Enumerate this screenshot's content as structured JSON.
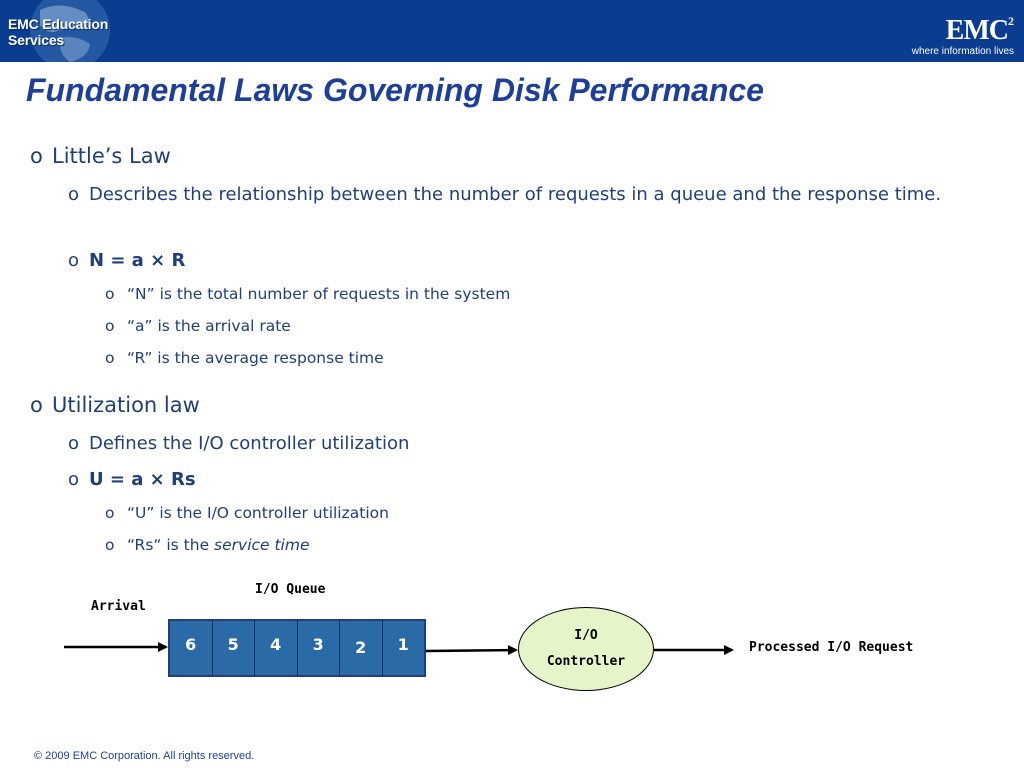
{
  "header": {
    "edu_logo_text": "EMC Education Services",
    "emc_mark": "EMC",
    "emc_superscript": "2",
    "emc_tagline": "where information lives"
  },
  "title": "Fundamental Laws Governing Disk Performance",
  "bullet_marker": "o",
  "littles_law": {
    "heading": "Little’s Law",
    "description": "Describes the relationship between the number of requests in a queue and the response time.",
    "formula": "N = a × R",
    "defs": [
      "“N” is the total number of requests in the system",
      "“a” is the arrival rate",
      "“R” is the average response time"
    ]
  },
  "utilization_law": {
    "heading": "Utilization law",
    "description": "Defines the I/O controller utilization",
    "formula": "U = a × Rs",
    "defs": [
      "“U” is the I/O controller utilization"
    ],
    "rs_def_prefix": "“Rs“ is the ",
    "rs_def_emph": "service time"
  },
  "diagram": {
    "queue_label": "I/O Queue",
    "arrival_label": "Arrival",
    "queue_cells": [
      "6",
      "5",
      "4",
      "3",
      "2",
      "1"
    ],
    "controller_line1": "I/O",
    "controller_line2": "Controller",
    "output_label": "Processed I/O Request"
  },
  "footer": "© 2009 EMC Corporation. All rights reserved."
}
